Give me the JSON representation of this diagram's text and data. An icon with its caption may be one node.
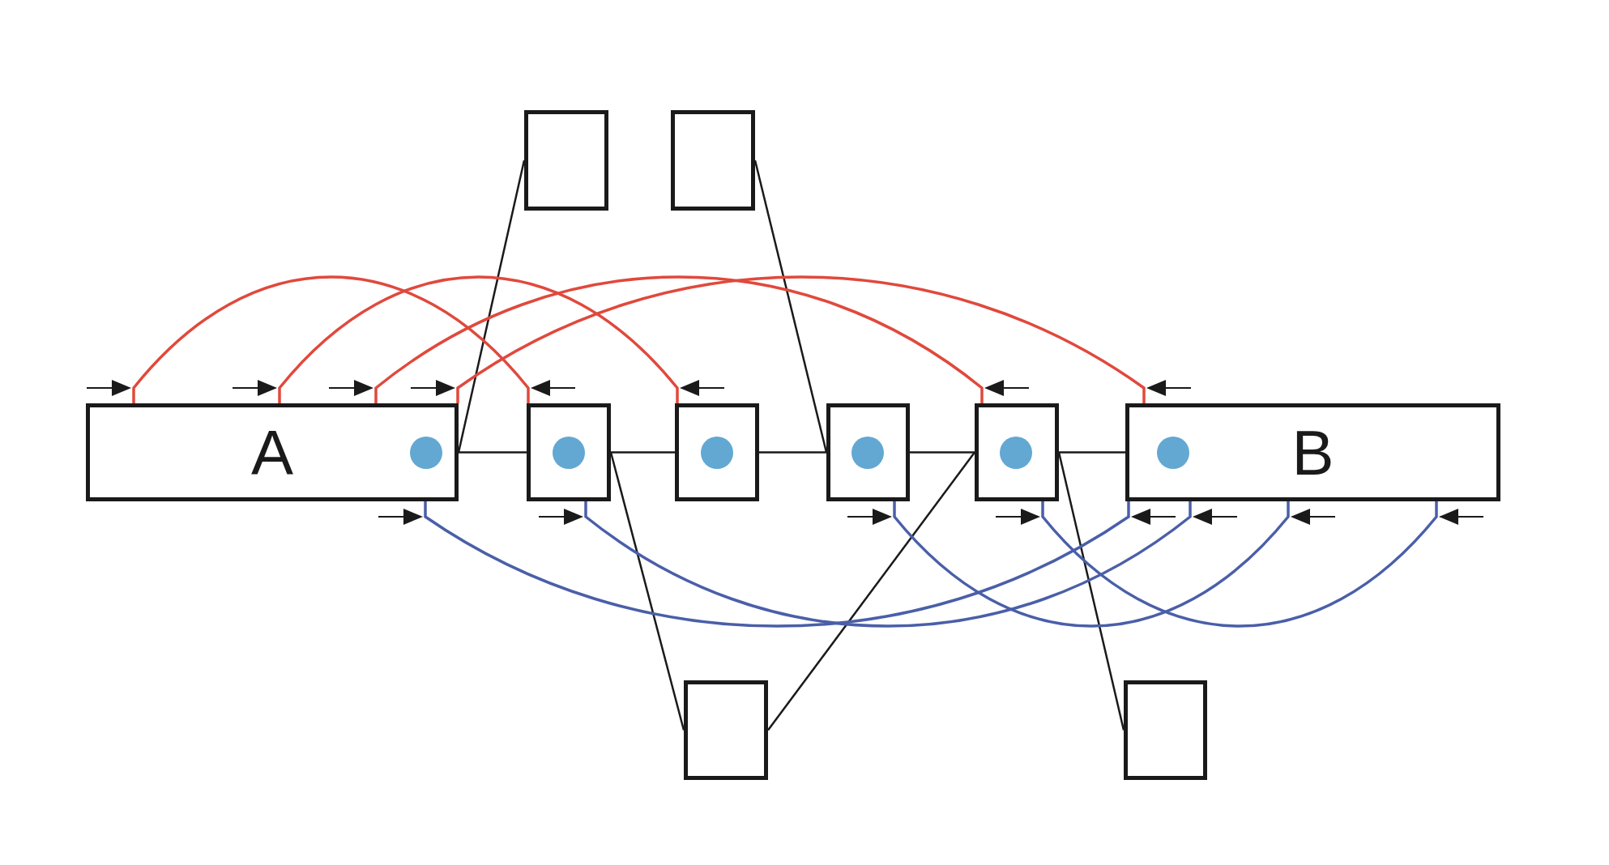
{
  "diagram": {
    "nodes": [
      {
        "text": [],
        "shape": "box"
      },
      {
        "text": [],
        "shape": "box"
      },
      {
        "text": [
          "A"
        ]
      },
      {
        "text": [],
        "shape": "box"
      },
      {
        "text": [],
        "shape": "box"
      },
      {
        "text": [],
        "shape": "box"
      },
      {
        "text": [],
        "shape": "box"
      },
      {
        "text": [
          "B"
        ]
      },
      {
        "text": [],
        "shape": "box"
      },
      {
        "text": [],
        "shape": "box"
      }
    ],
    "edges": [
      {
        "from": 2,
        "to": 3,
        "arrow": "none"
      },
      {
        "from": 3,
        "to": 4,
        "arrow": "none"
      },
      {
        "from": 4,
        "to": 5,
        "arrow": "none"
      },
      {
        "from": 5,
        "to": 6,
        "arrow": "none"
      },
      {
        "from": 6,
        "to": 7,
        "arrow": "none"
      },
      {
        "from": 2,
        "to": 0,
        "arrow": "none"
      },
      {
        "from": 1,
        "to": 5,
        "arrow": "none"
      },
      {
        "from": 3,
        "to": 8,
        "arrow": "none"
      },
      {
        "from": 8,
        "to": 6,
        "arrow": "none"
      },
      {
        "from": 6,
        "to": 9,
        "arrow": "none"
      },
      {
        "from": 2,
        "to": 3,
        "arrow": "none",
        "color": "#e0493c"
      },
      {
        "from": 2,
        "to": 4,
        "arrow": "none",
        "color": "#e0493c"
      },
      {
        "from": 2,
        "to": 6,
        "arrow": "none",
        "color": "#e0493c"
      },
      {
        "from": 2,
        "to": 7,
        "arrow": "none",
        "color": "#e0493c"
      },
      {
        "from": 2,
        "to": 7,
        "arrow": "none",
        "color": "#4a5fa8"
      },
      {
        "from": 3,
        "to": 7,
        "arrow": "none",
        "color": "#4a5fa8"
      },
      {
        "from": 5,
        "to": 7,
        "arrow": "none",
        "color": "#4a5fa8"
      },
      {
        "from": 6,
        "to": 7,
        "arrow": "none",
        "color": "#4a5fa8"
      }
    ]
  }
}
